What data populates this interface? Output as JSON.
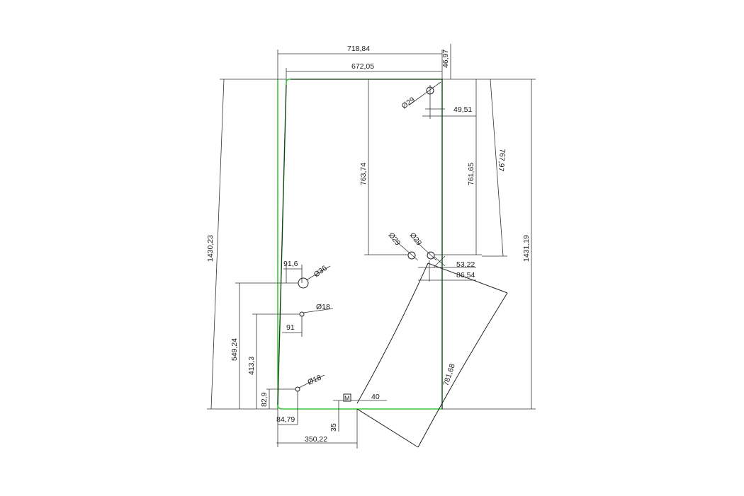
{
  "colors": {
    "outline": "#3ec43e",
    "lines": "#222222",
    "background": "#ffffff"
  },
  "dimensions": {
    "top_overall_width": "718,84",
    "top_inner_width": "672,05",
    "top_right_offset": "46,97",
    "left_height": "1430,23",
    "right_height": "1431,19",
    "center_height": "763,74",
    "right_height_a": "761,65",
    "right_height_b": "767,97",
    "hole_top_offset": "49,51",
    "hole_mid_offset_a": "53,22",
    "hole_mid_offset_b": "86,54",
    "left_hole_x1": "91,6",
    "left_hole_x2": "91",
    "left_hole_h1": "549,24",
    "left_hole_h2": "413,3",
    "left_hole_h3": "82,9",
    "bottom_hole_x": "84,79",
    "bottom_width": "350,22",
    "bottom_offset": "35",
    "marker_offset": "40",
    "arc_length": "781,68",
    "marker_label": "M"
  },
  "holes": {
    "top_right": "Ø29",
    "mid_left": "Ø29",
    "mid_right": "Ø29",
    "left_upper": "Ø36",
    "left_middle": "Ø18",
    "bottom_left": "Ø18"
  }
}
